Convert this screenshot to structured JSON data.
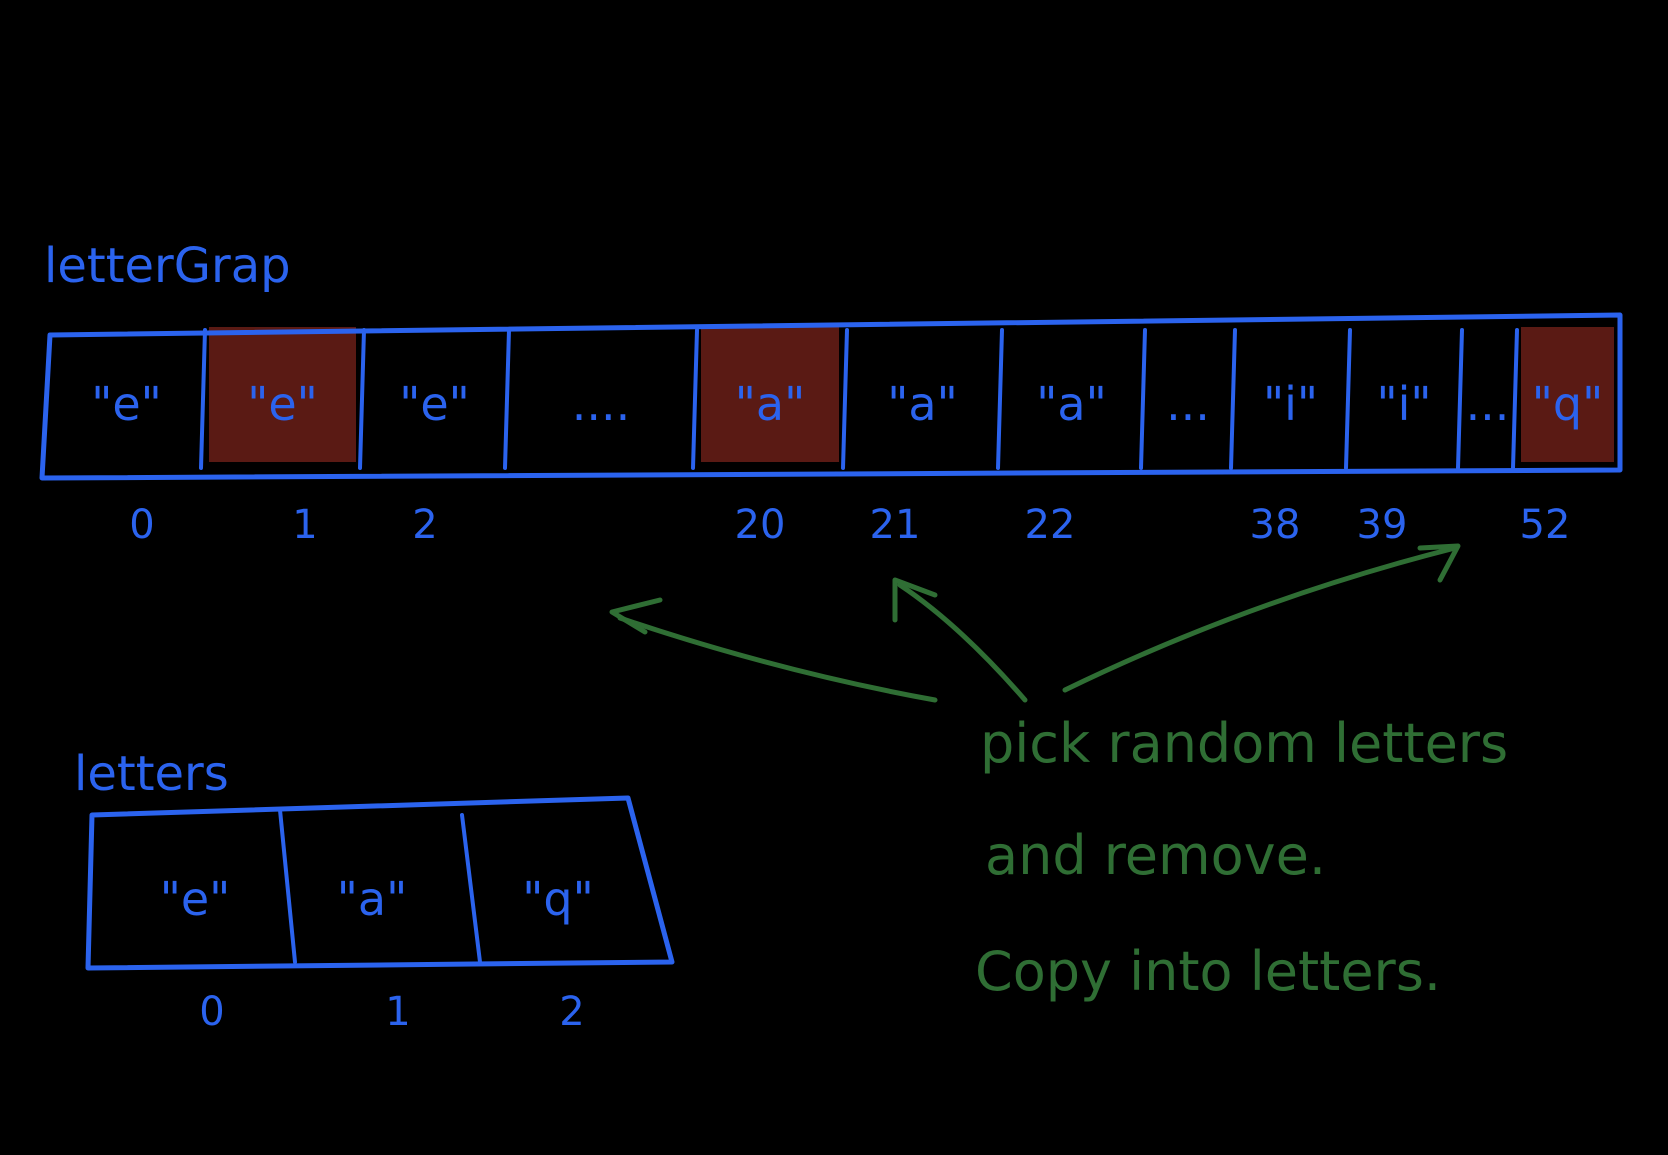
{
  "colors": {
    "background": "#000000",
    "array_stroke": "#2b63ee",
    "index_text": "#2b63ee",
    "highlight_fill": "#5a1a14",
    "arrow_stroke": "#2f6e34",
    "note_text": "#2f6e34"
  },
  "letter_grab": {
    "title": "letterGrap",
    "cells": [
      {
        "value": "\"e\"",
        "index": "0",
        "highlighted": false
      },
      {
        "value": "\"e\"",
        "index": "1",
        "highlighted": true
      },
      {
        "value": "\"e\"",
        "index": "2",
        "highlighted": false
      },
      {
        "value": "....",
        "index": "",
        "highlighted": false
      },
      {
        "value": "\"a\"",
        "index": "20",
        "highlighted": true
      },
      {
        "value": "\"a\"",
        "index": "21",
        "highlighted": false
      },
      {
        "value": "\"a\"",
        "index": "22",
        "highlighted": false
      },
      {
        "value": "...",
        "index": "",
        "highlighted": false
      },
      {
        "value": "\"i\"",
        "index": "38",
        "highlighted": false
      },
      {
        "value": "\"i\"",
        "index": "39",
        "highlighted": false
      },
      {
        "value": "...",
        "index": "",
        "highlighted": false
      },
      {
        "value": "\"q\"",
        "index": "52",
        "highlighted": true
      }
    ]
  },
  "letters": {
    "title": "letters",
    "cells": [
      {
        "value": "\"e\"",
        "index": "0"
      },
      {
        "value": "\"a\"",
        "index": "1"
      },
      {
        "value": "\"q\"",
        "index": "2"
      }
    ]
  },
  "note": {
    "line1": "pick random letters",
    "line2": "and remove.",
    "line3": "Copy into letters."
  }
}
